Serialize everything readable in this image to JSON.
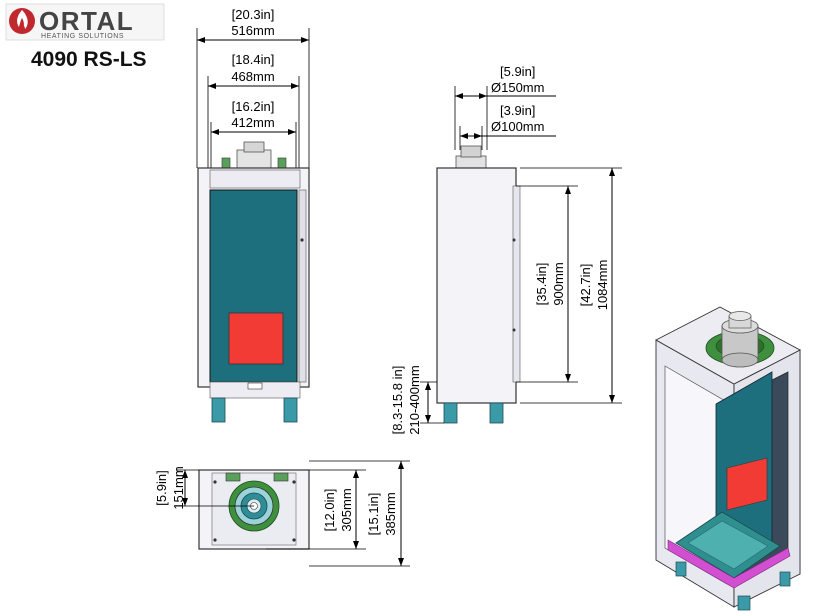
{
  "brand": {
    "name": "ORTAL",
    "tagline": "HEATING SOLUTIONS",
    "model": "4090 RS-LS",
    "logo_color": "#c0282d"
  },
  "colors": {
    "glass": "#1d6f7e",
    "flame": "#f23b34",
    "body_fill": "#f3f3f8",
    "leg": "#3a9aa8",
    "collar": "#3e8f3e",
    "accent": "#d24fd2"
  },
  "front_view": {
    "overall_width": {
      "imperial": "[20.3in]",
      "metric": "516mm"
    },
    "body_width": {
      "imperial": "[18.4in]",
      "metric": "468mm"
    },
    "glass_width": {
      "imperial": "[16.2in]",
      "metric": "412mm"
    }
  },
  "side_view": {
    "flue_outer": {
      "imperial": "[5.9in]",
      "metric": "Ø150mm"
    },
    "flue_inner": {
      "imperial": "[3.9in]",
      "metric": "Ø100mm"
    },
    "glass_height": {
      "imperial": "[35.4in]",
      "metric": "900mm"
    },
    "overall_height": {
      "imperial": "[42.7in]",
      "metric": "1084mm"
    },
    "leg_height": {
      "imperial": "[8.3-15.8 in]",
      "metric": "210-400mm"
    }
  },
  "top_view": {
    "flue_offset": {
      "imperial": "[5.9in]",
      "metric": "151mm"
    },
    "flue_depth": {
      "imperial": "[12.0in]",
      "metric": "305mm"
    },
    "overall_depth": {
      "imperial": "[15.1in]",
      "metric": "385mm"
    }
  }
}
